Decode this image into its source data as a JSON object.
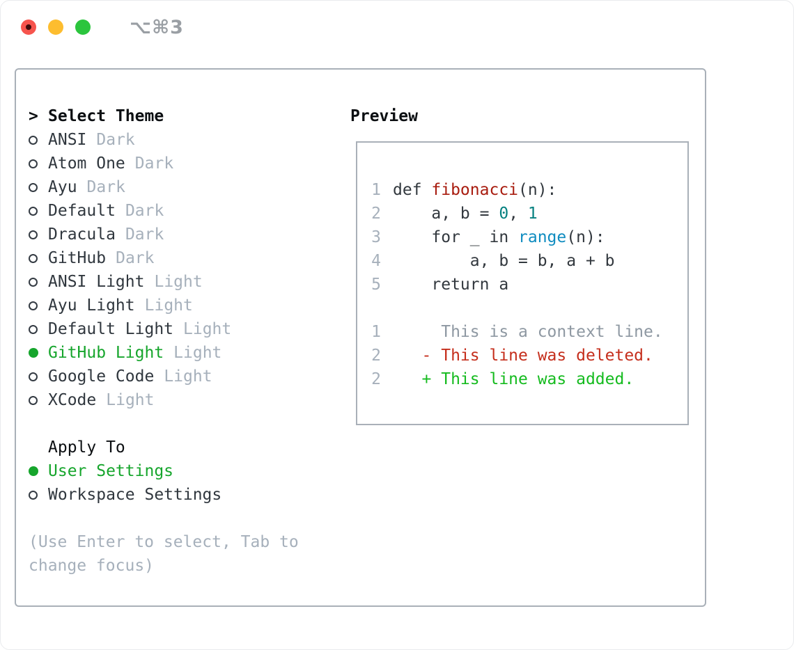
{
  "titlebar": {
    "shortcut": "⌥⌘3",
    "buttons": [
      {
        "name": "close",
        "color": "#f6544d",
        "has_inner_dot": true
      },
      {
        "name": "minimize",
        "color": "#fdbd2f",
        "has_inner_dot": false
      },
      {
        "name": "maximize",
        "color": "#2bc53d",
        "has_inner_dot": false
      }
    ]
  },
  "theme_selector": {
    "prompt_prefix": ">",
    "title": "Select Theme",
    "items": [
      {
        "label": "ANSI",
        "variant": "Dark",
        "selected": false
      },
      {
        "label": "Atom One",
        "variant": "Dark",
        "selected": false
      },
      {
        "label": "Ayu",
        "variant": "Dark",
        "selected": false
      },
      {
        "label": "Default",
        "variant": "Dark",
        "selected": false
      },
      {
        "label": "Dracula",
        "variant": "Dark",
        "selected": false
      },
      {
        "label": "GitHub",
        "variant": "Dark",
        "selected": false
      },
      {
        "label": "ANSI Light",
        "variant": "Light",
        "selected": false
      },
      {
        "label": "Ayu Light",
        "variant": "Light",
        "selected": false
      },
      {
        "label": "Default Light",
        "variant": "Light",
        "selected": false
      },
      {
        "label": "GitHub Light",
        "variant": "Light",
        "selected": true
      },
      {
        "label": "Google Code",
        "variant": "Light",
        "selected": false
      },
      {
        "label": "XCode",
        "variant": "Light",
        "selected": false
      }
    ]
  },
  "apply_to": {
    "title": "Apply To",
    "options": [
      {
        "label": "User Settings",
        "selected": true
      },
      {
        "label": "Workspace Settings",
        "selected": false
      }
    ]
  },
  "hint": "(Use Enter to select, Tab to change focus)",
  "preview": {
    "title": "Preview",
    "code_lines": [
      {
        "num": "1",
        "segments": [
          {
            "text": "def ",
            "style": "plain"
          },
          {
            "text": "fibonacci",
            "style": "function"
          },
          {
            "text": "(n):",
            "style": "plain"
          }
        ]
      },
      {
        "num": "2",
        "segments": [
          {
            "text": "    a, b = ",
            "style": "plain"
          },
          {
            "text": "0",
            "style": "number"
          },
          {
            "text": ", ",
            "style": "plain"
          },
          {
            "text": "1",
            "style": "number"
          }
        ]
      },
      {
        "num": "3",
        "segments": [
          {
            "text": "    for _ in ",
            "style": "plain"
          },
          {
            "text": "range",
            "style": "builtin"
          },
          {
            "text": "(n):",
            "style": "plain"
          }
        ]
      },
      {
        "num": "4",
        "segments": [
          {
            "text": "        a, b = b, a + b",
            "style": "plain"
          }
        ]
      },
      {
        "num": "5",
        "segments": [
          {
            "text": "    return a",
            "style": "plain"
          }
        ]
      }
    ],
    "diff_lines": [
      {
        "num": "1",
        "text": "     This is a context line.",
        "style": "context"
      },
      {
        "num": "2",
        "text": "   - This line was deleted.",
        "style": "deleted"
      },
      {
        "num": "2",
        "text": "   + This line was added.",
        "style": "added"
      }
    ],
    "colors": {
      "plain": "#32383e",
      "function": "#a81c0f",
      "number": "#068180",
      "builtin": "#0f8cc0",
      "context": "#8e98a2",
      "deleted": "#c52e1c",
      "added": "#15bb1f",
      "line_number": "#a6b0bb"
    }
  },
  "colors": {
    "accent_green": "#16a52c",
    "text_dark": "#30373e",
    "text_black": "#0c0f12",
    "muted_gray": "#a6b0bb",
    "border_gray": "#a9b0b8"
  }
}
